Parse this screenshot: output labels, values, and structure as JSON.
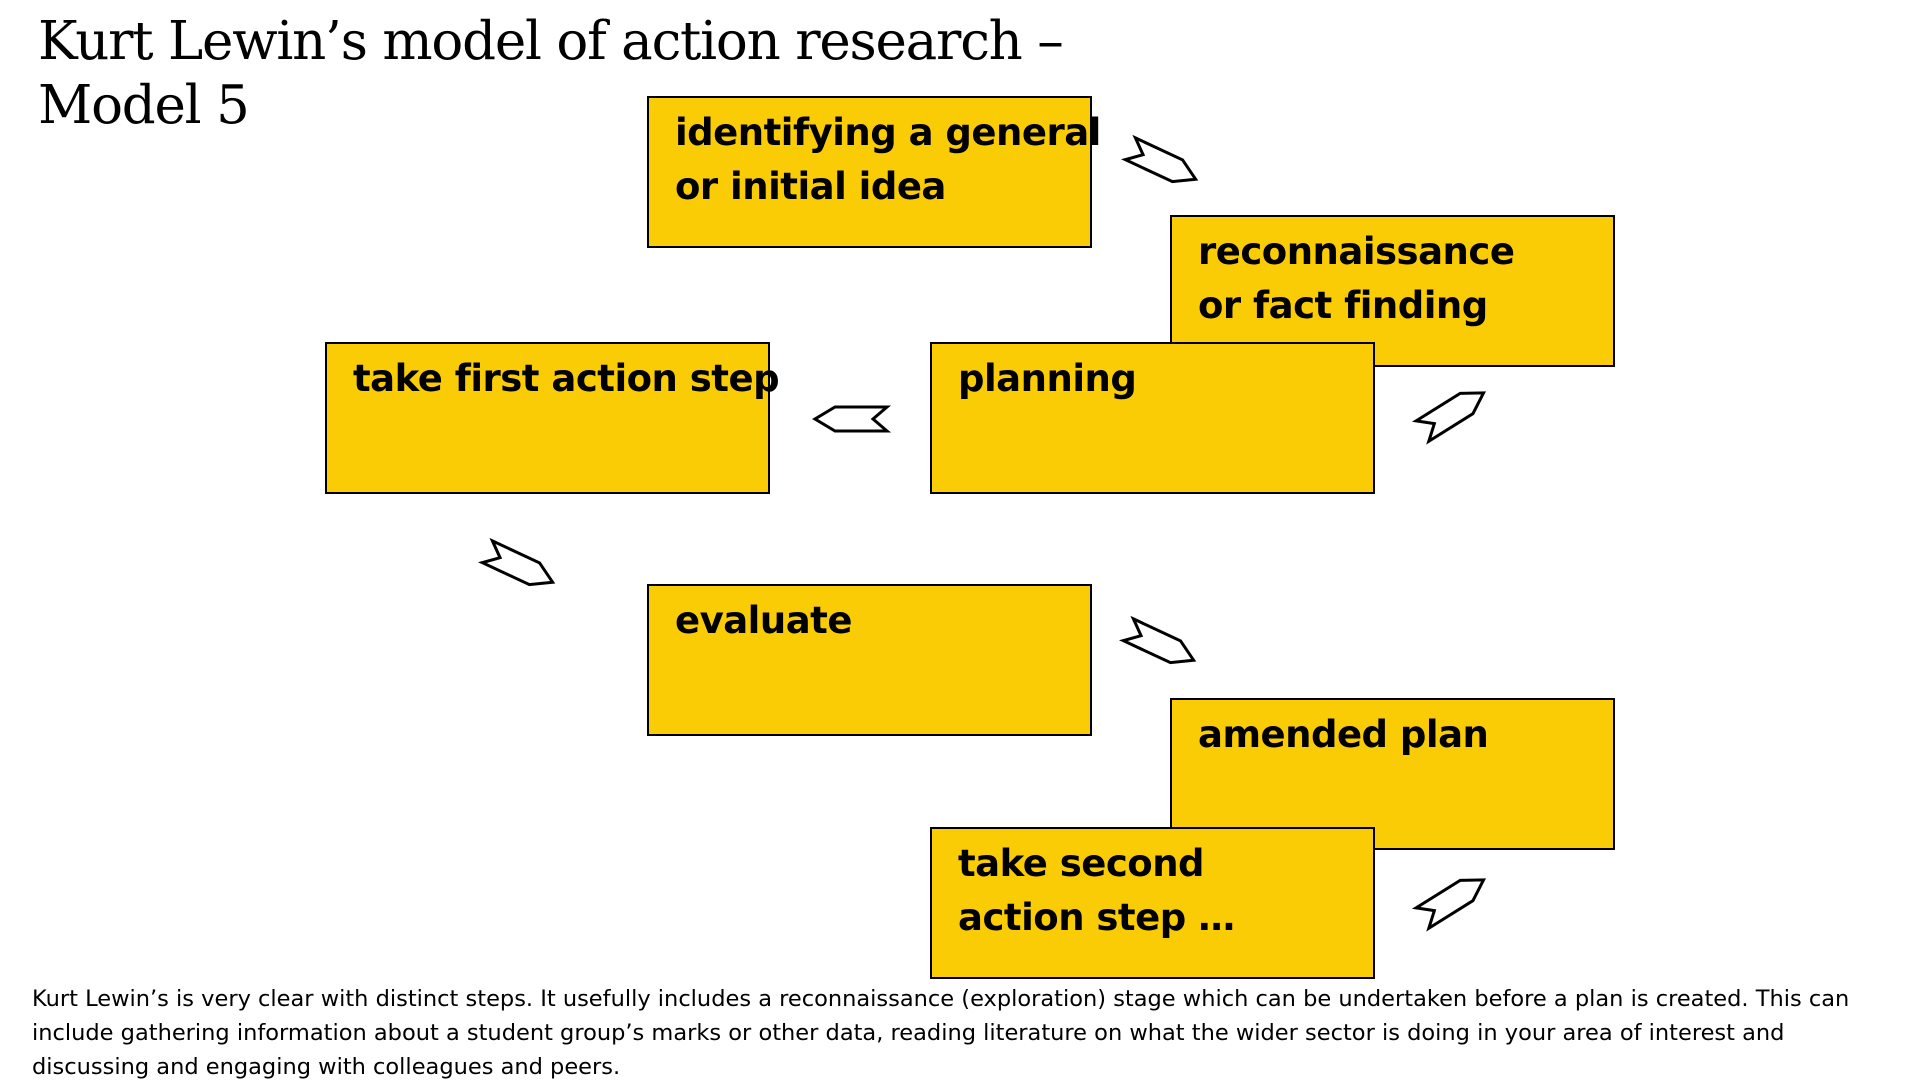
{
  "title": {
    "line1": "Kurt Lewin’s model of action research –",
    "line2": "Model 5"
  },
  "colors": {
    "box_fill": "#facc05",
    "border": "#000000",
    "text": "#000000"
  },
  "steps": [
    {
      "id": "identify",
      "lines": [
        "identifying a general",
        "or initial idea"
      ]
    },
    {
      "id": "reconnaissance",
      "lines": [
        "reconnaissance",
        "or fact finding"
      ]
    },
    {
      "id": "planning",
      "lines": [
        "planning"
      ]
    },
    {
      "id": "first-action",
      "lines": [
        "take first action step"
      ]
    },
    {
      "id": "evaluate",
      "lines": [
        "evaluate"
      ]
    },
    {
      "id": "amended-plan",
      "lines": [
        "amended plan"
      ]
    },
    {
      "id": "second-action",
      "lines": [
        "take second",
        "action step …"
      ]
    }
  ],
  "arrows": [
    {
      "name": "arrow-icon-identify-to-reconnaissance",
      "direction": "down-right"
    },
    {
      "name": "arrow-icon-reconnaissance-to-planning",
      "direction": "up-right"
    },
    {
      "name": "arrow-icon-planning-to-first-action",
      "direction": "left"
    },
    {
      "name": "arrow-icon-first-action-to-evaluate",
      "direction": "down-right"
    },
    {
      "name": "arrow-icon-evaluate-to-amended-plan",
      "direction": "down-right"
    },
    {
      "name": "arrow-icon-amended-plan-to-second-action",
      "direction": "up-right"
    }
  ],
  "caption": "Kurt Lewin’s is very clear with distinct steps. It usefully includes a reconnaissance (exploration) stage which can be undertaken before a plan is created. This can include gathering information about a student group’s marks or other data, reading literature on what the wider sector is doing in your area of interest and discussing and engaging with colleagues and peers."
}
